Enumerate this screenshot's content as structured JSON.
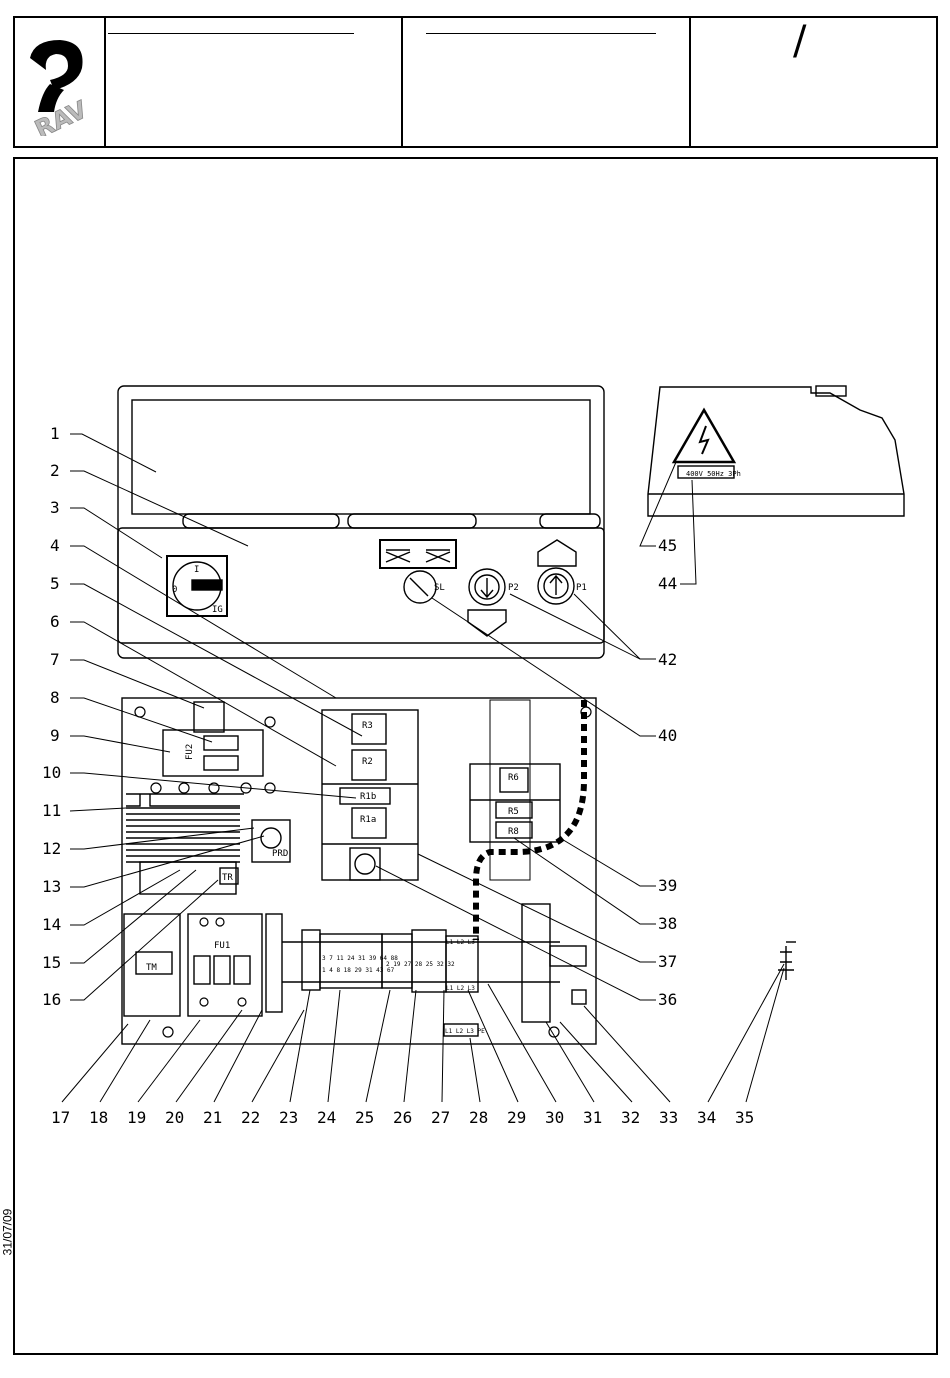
{
  "header": {
    "logo_text": "RAV",
    "slash": "/",
    "date": "31/07/09"
  },
  "panel": {
    "switch_label": "IG",
    "switch_on": "I",
    "switch_off": "0",
    "sl_label": "SL",
    "p1_label": "P1",
    "p2_label": "P2"
  },
  "components": {
    "fu2": "FU2",
    "fu1": "FU1",
    "r3": "R3",
    "r2": "R2",
    "r1b": "R1b",
    "r1a": "R1a",
    "r6": "R6",
    "r5": "R5",
    "r8": "R8",
    "prd": "PRD",
    "tr": "TR",
    "tm": "TM",
    "terminals_top": "3 7 11 24 31 39 64 88",
    "terminals_bottom": "1 4 8 18 29 31 43 67",
    "terminals_mid": "2 19 27 28 25 32 32",
    "l_block_top": "L1 L2 L3",
    "l_block_bottom": "L1 L2 L3",
    "l_block_pe": "L1 L2 L3 PE"
  },
  "warning_label": "400V 50Hz 3Ph",
  "callouts_left": [
    "1",
    "2",
    "3",
    "4",
    "5",
    "6",
    "7",
    "8",
    "9",
    "10",
    "11",
    "12",
    "13",
    "14",
    "15",
    "16"
  ],
  "callouts_bottom": [
    "17",
    "18",
    "19",
    "20",
    "21",
    "22",
    "23",
    "24",
    "25",
    "26",
    "27",
    "28",
    "29",
    "30",
    "31",
    "32",
    "33",
    "34",
    "35"
  ],
  "callouts_right": [
    "45",
    "44",
    "42",
    "40",
    "39",
    "38",
    "37",
    "36"
  ]
}
